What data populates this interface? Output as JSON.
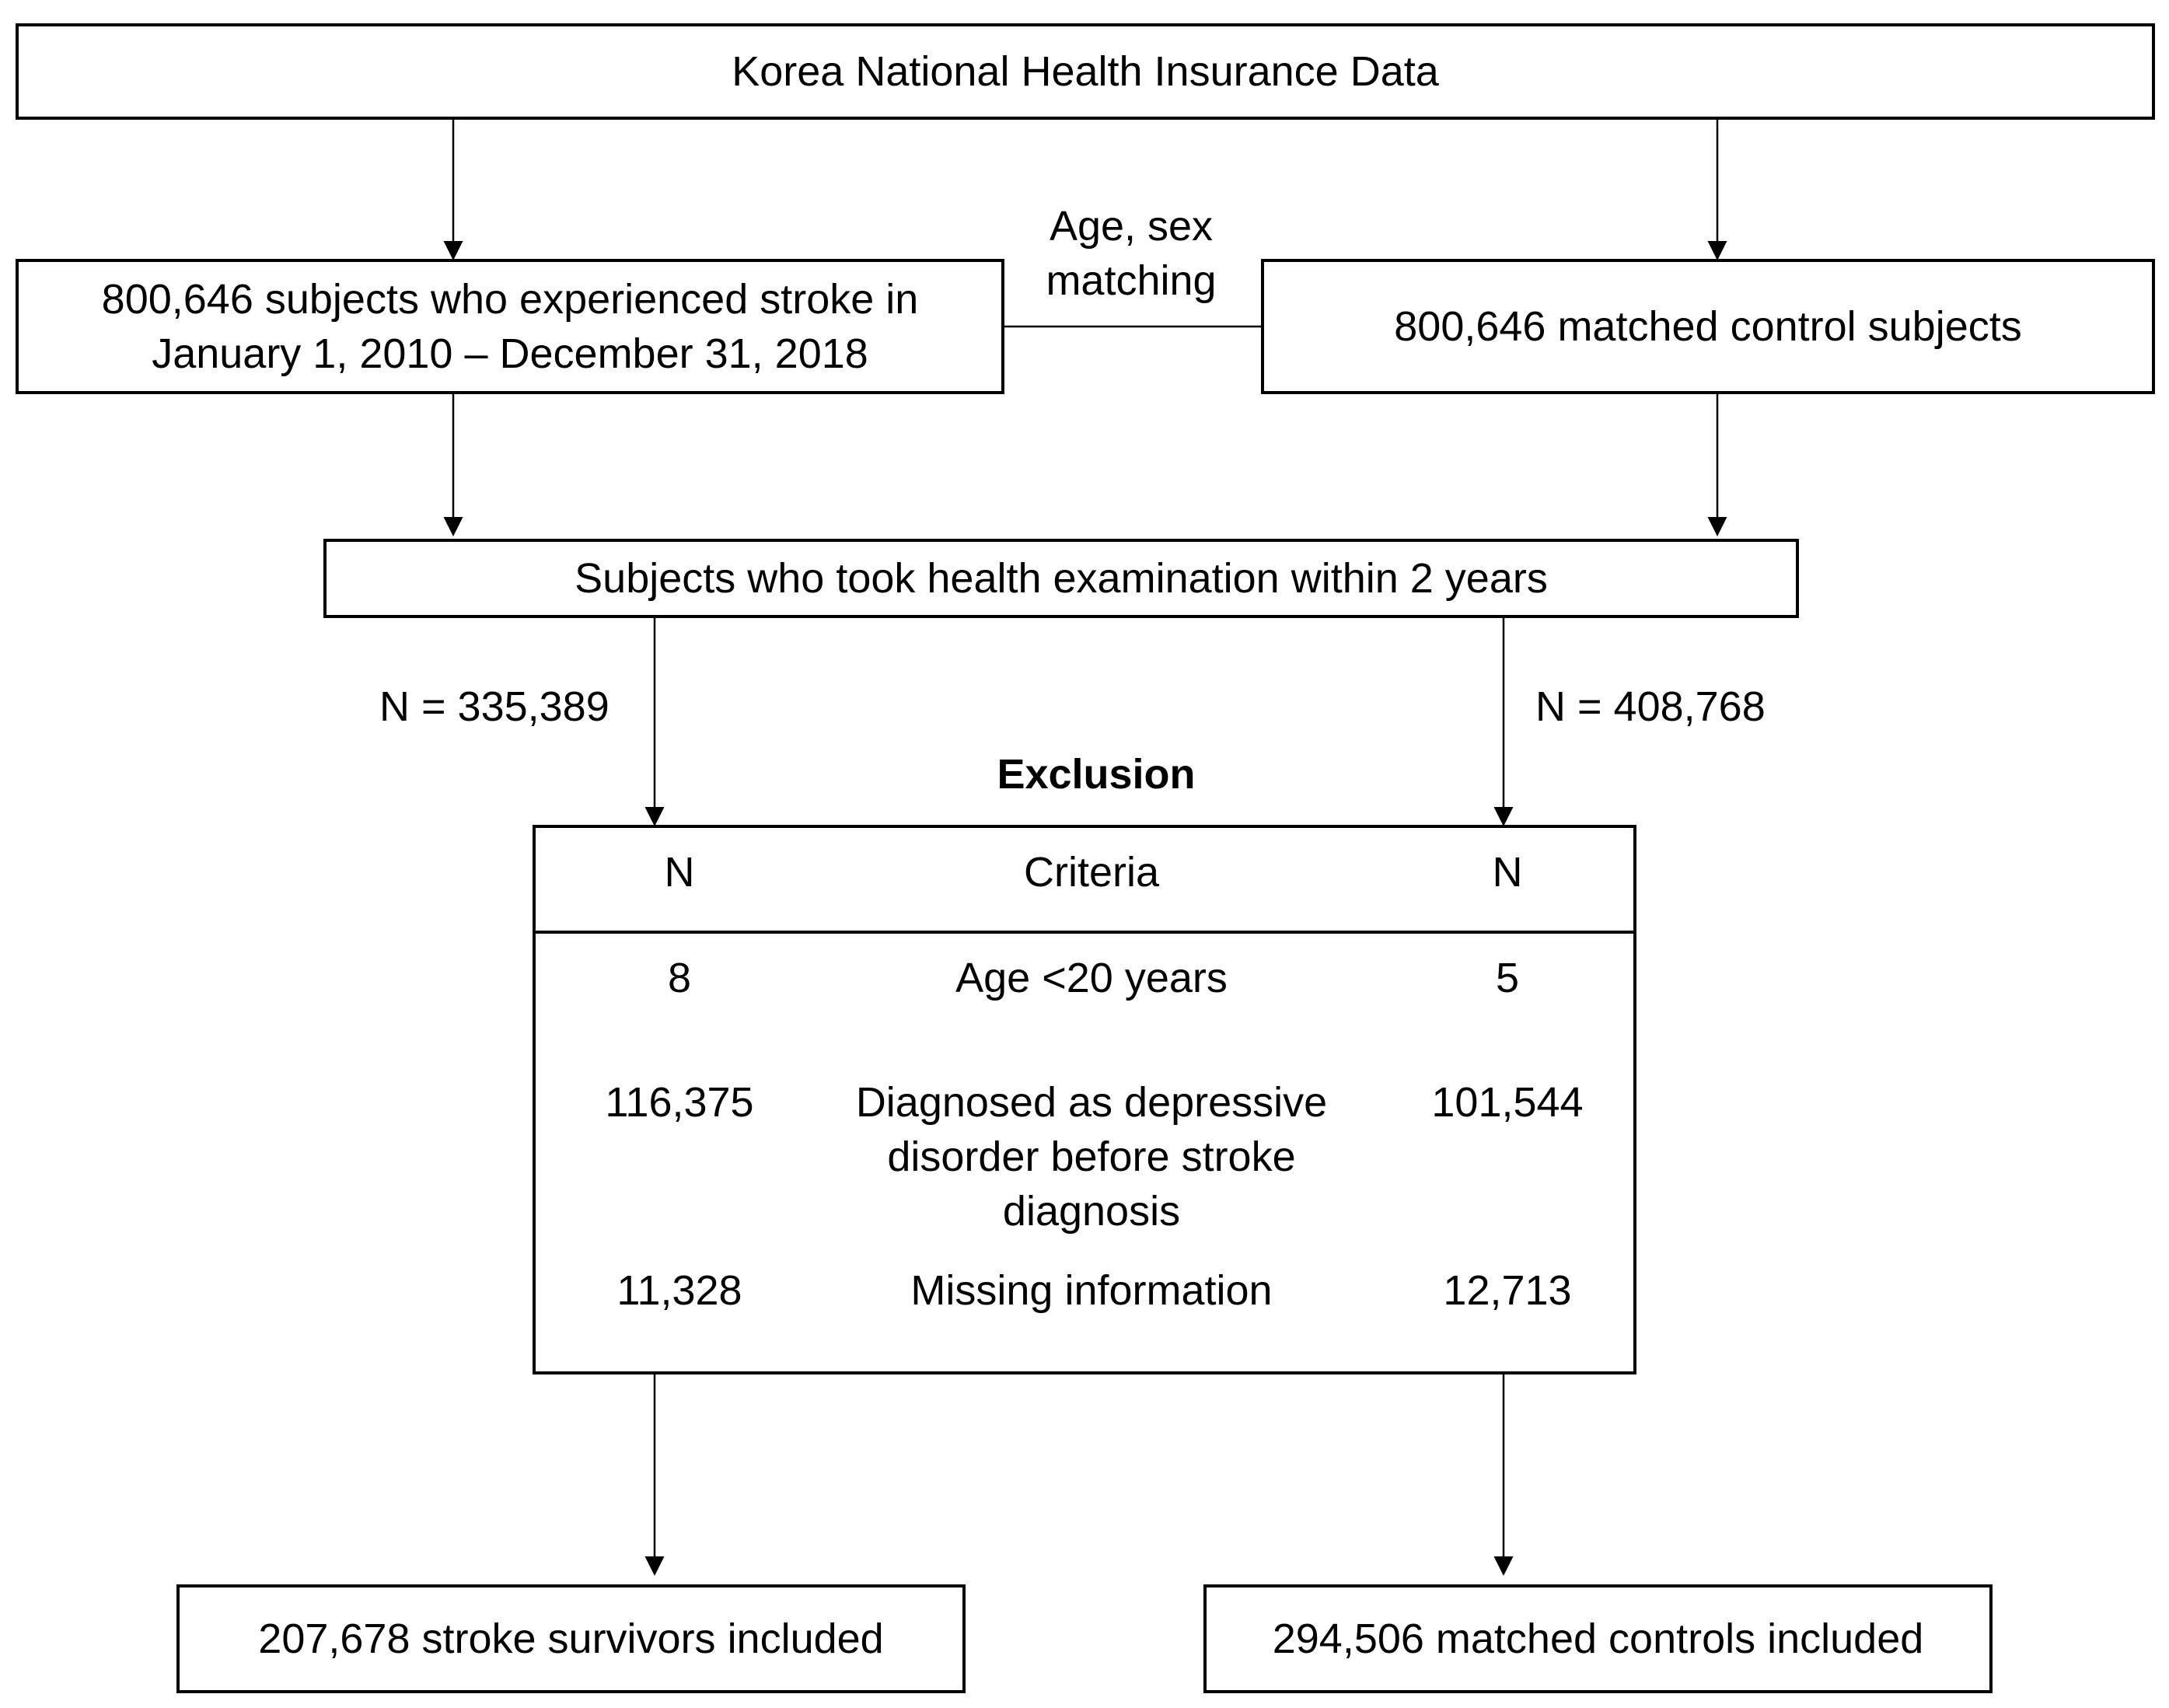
{
  "source_box": "Korea National Health Insurance Data",
  "stroke_box": "800,646 subjects who experienced stroke in January 1, 2010 – December 31, 2018",
  "matching_label": "Age, sex matching",
  "control_box": "800,646 matched control subjects",
  "exam_box": "Subjects who took health examination within 2 years",
  "n_left": "N = 335,389",
  "n_right": "N = 408,768",
  "exclusion": {
    "title": "Exclusion",
    "headers": [
      "N",
      "Criteria",
      "N"
    ],
    "rows": [
      {
        "left": "8",
        "criteria": "Age <20 years",
        "right": "5"
      },
      {
        "left": "116,375",
        "criteria": "Diagnosed as depressive disorder before stroke diagnosis",
        "right": "101,544"
      },
      {
        "left": "11,328",
        "criteria": "Missing information",
        "right": "12,713"
      }
    ]
  },
  "stroke_included": "207,678 stroke survivors included",
  "control_included": "294,506 matched controls included"
}
